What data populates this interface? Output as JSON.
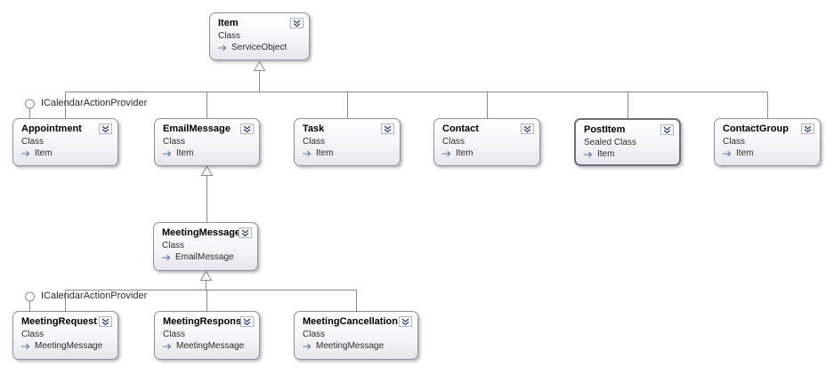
{
  "nodes": [
    {
      "name": "Item",
      "kind": "Class",
      "base": "ServiceObject"
    },
    {
      "name": "Appointment",
      "kind": "Class",
      "base": "Item"
    },
    {
      "name": "EmailMessage",
      "kind": "Class",
      "base": "Item"
    },
    {
      "name": "Task",
      "kind": "Class",
      "base": "Item"
    },
    {
      "name": "Contact",
      "kind": "Class",
      "base": "Item"
    },
    {
      "name": "PostItem",
      "kind": "Sealed Class",
      "base": "Item"
    },
    {
      "name": "ContactGroup",
      "kind": "Class",
      "base": "Item"
    },
    {
      "name": "MeetingMessage",
      "kind": "Class",
      "base": "EmailMessage"
    },
    {
      "name": "MeetingRequest",
      "kind": "Class",
      "base": "MeetingMessage"
    },
    {
      "name": "MeetingResponse",
      "kind": "Class",
      "base": "MeetingMessage"
    },
    {
      "name": "MeetingCancellation",
      "kind": "Class",
      "base": "MeetingMessage"
    }
  ],
  "interface_labels": [
    "ICalendarActionProvider",
    "ICalendarActionProvider"
  ],
  "icons": {
    "collapse_chevron": "chevron-double-down",
    "inherits_arrow": "right-arrow",
    "lollipop": "interface-circle"
  },
  "colors": {
    "node_border": "#8f8f9f",
    "sealed_border": "#6e6e7c",
    "connector": "#8b8b8b",
    "inherits_arrow": "#5d7599",
    "node_fill_bottom": "#e6e6ee"
  }
}
